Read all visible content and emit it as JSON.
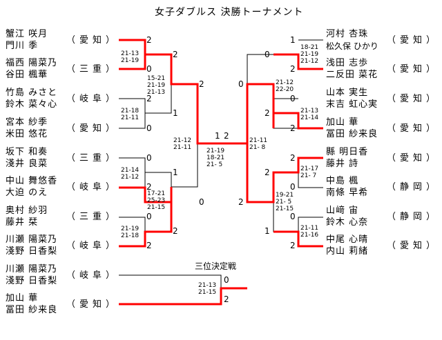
{
  "title": "女子ダブルス 決勝トーナメント",
  "third_place_title": "三位決定戦",
  "left_entries": [
    {
      "p1": "蟹江 咲月",
      "p2": "門川 季",
      "pref": "（愛知）"
    },
    {
      "p1": "福西 陽菜乃",
      "p2": "谷田 楓華",
      "pref": "（三重）"
    },
    {
      "p1": "竹島 みさと",
      "p2": "鈴木 菜々心",
      "pref": "（岐阜）"
    },
    {
      "p1": "宮本 紗季",
      "p2": "米田 悠花",
      "pref": "（愛知）"
    },
    {
      "p1": "坂下 和奏",
      "p2": "淺井 良菜",
      "pref": "（三重）"
    },
    {
      "p1": "中山 舞悠香",
      "p2": "大迫 のえ",
      "pref": "（岐阜）"
    },
    {
      "p1": "奥村 紗羽",
      "p2": "藤井 栞",
      "pref": "（三重）"
    },
    {
      "p1": "川瀬 陽菜乃",
      "p2": "淺野 日香梨",
      "pref": "（岐阜）"
    }
  ],
  "right_entries": [
    {
      "p1": "河村 杏珠",
      "p2": "松久保 ひかり",
      "pref": "（愛知）"
    },
    {
      "p1": "浅田 志歩",
      "p2": "二反田 菜花",
      "pref": "（愛知）"
    },
    {
      "p1": "山本 実生",
      "p2": "末吉 虹心実",
      "pref": "（愛知）"
    },
    {
      "p1": "加山 華",
      "p2": "冨田 紗来良",
      "pref": "（愛知）"
    },
    {
      "p1": "縣 明日香",
      "p2": "藤井 詩",
      "pref": "（愛知）"
    },
    {
      "p1": "中島 楓",
      "p2": "南條 早希",
      "pref": "（静岡）"
    },
    {
      "p1": "山﨑 宙",
      "p2": "鈴木 心奈",
      "pref": "（静岡）"
    },
    {
      "p1": "中尾 心晴",
      "p2": "内山 莉緒",
      "pref": "（愛知）"
    }
  ],
  "third_entries": [
    {
      "p1": "川瀬 陽菜乃",
      "p2": "淺野 日香梨",
      "pref": "（岐阜）"
    },
    {
      "p1": "加山 華",
      "p2": "冨田 紗来良",
      "pref": "（愛知）"
    }
  ],
  "scores": {
    "l_r1_m1": [
      "21-13",
      "21-19"
    ],
    "l_r1_m2": [
      "21-18",
      "21-11"
    ],
    "l_r1_m3": [
      "21-14",
      "21-12"
    ],
    "l_r1_m4": [
      "21-19",
      "21-18"
    ],
    "l_r2_m1": [
      "15-21",
      "21-19",
      "21-13"
    ],
    "l_r2_m2": [
      "17-21",
      "25-23",
      "21-15"
    ],
    "l_sf": [
      "21-12",
      "21-11"
    ],
    "final": [
      "21-19",
      "18-21",
      "21- 5"
    ],
    "r_sf": [
      "21-11",
      "21- 8"
    ],
    "r_r2_m1": [
      "21-12",
      "22-20"
    ],
    "r_r2_m2": [
      "19-21",
      "21- 5",
      "21-15"
    ],
    "r_r1_m1": [
      "18-21",
      "21-19",
      "21-12"
    ],
    "r_r1_m2": [
      "21-13",
      "21-14"
    ],
    "r_r1_m3": [
      "21-17",
      "21- 7"
    ],
    "r_r1_m4": [
      "21-11",
      "21-16"
    ],
    "third": [
      "21-13",
      "21-15"
    ]
  },
  "numbers": {
    "left_r1": [
      "2",
      "0",
      "2",
      "0",
      "0",
      "2",
      "0",
      "2"
    ],
    "left_r2": [
      "2",
      "1",
      "1",
      "2"
    ],
    "left_r3": [
      "2",
      "0"
    ],
    "final": [
      "1",
      "2"
    ],
    "right_r3": [
      "0",
      "2"
    ],
    "right_r2": [
      "0",
      "2",
      "2",
      "1"
    ],
    "right_r1": [
      "1",
      "2",
      "0",
      "2",
      "2",
      "0",
      "0",
      "2"
    ],
    "third": [
      "0",
      "2"
    ]
  },
  "colors": {
    "winner_line": "#ff0000",
    "bracket_line": "#000000"
  }
}
